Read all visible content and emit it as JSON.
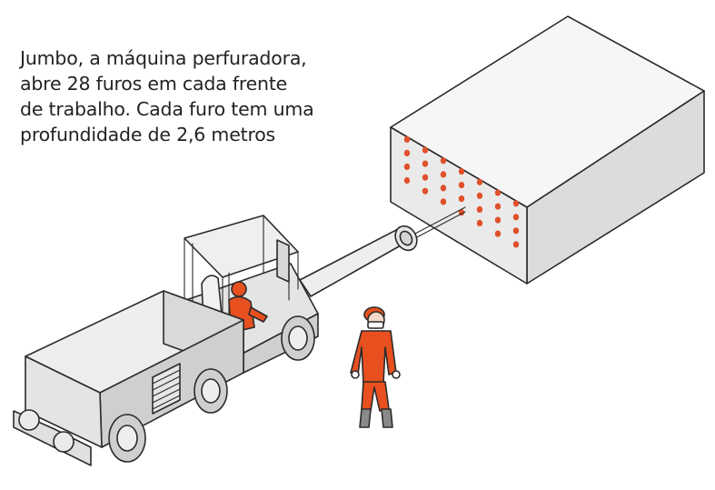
{
  "caption": {
    "lines": [
      "Jumbo, a máquina perfuradora,",
      "abre 28 furos em cada frente",
      "de trabalho. Cada furo tem uma",
      "profundidade de 2,6 metros"
    ]
  },
  "figure": {
    "hole_count": 28,
    "colors": {
      "block_top": "#f6f6f6",
      "block_front": "#eaeaea",
      "block_side": "#dcdcdc",
      "vehicle_body": "#e4e4e4",
      "vehicle_dark": "#cfcfcf",
      "worker_orange": "#e8501f",
      "hole": "#e0502a",
      "outline": "#2b2b2b"
    },
    "icons": [
      "jumbo-drilling-machine-icon",
      "operator-icon",
      "worker-icon",
      "rock-face-block-icon"
    ]
  }
}
